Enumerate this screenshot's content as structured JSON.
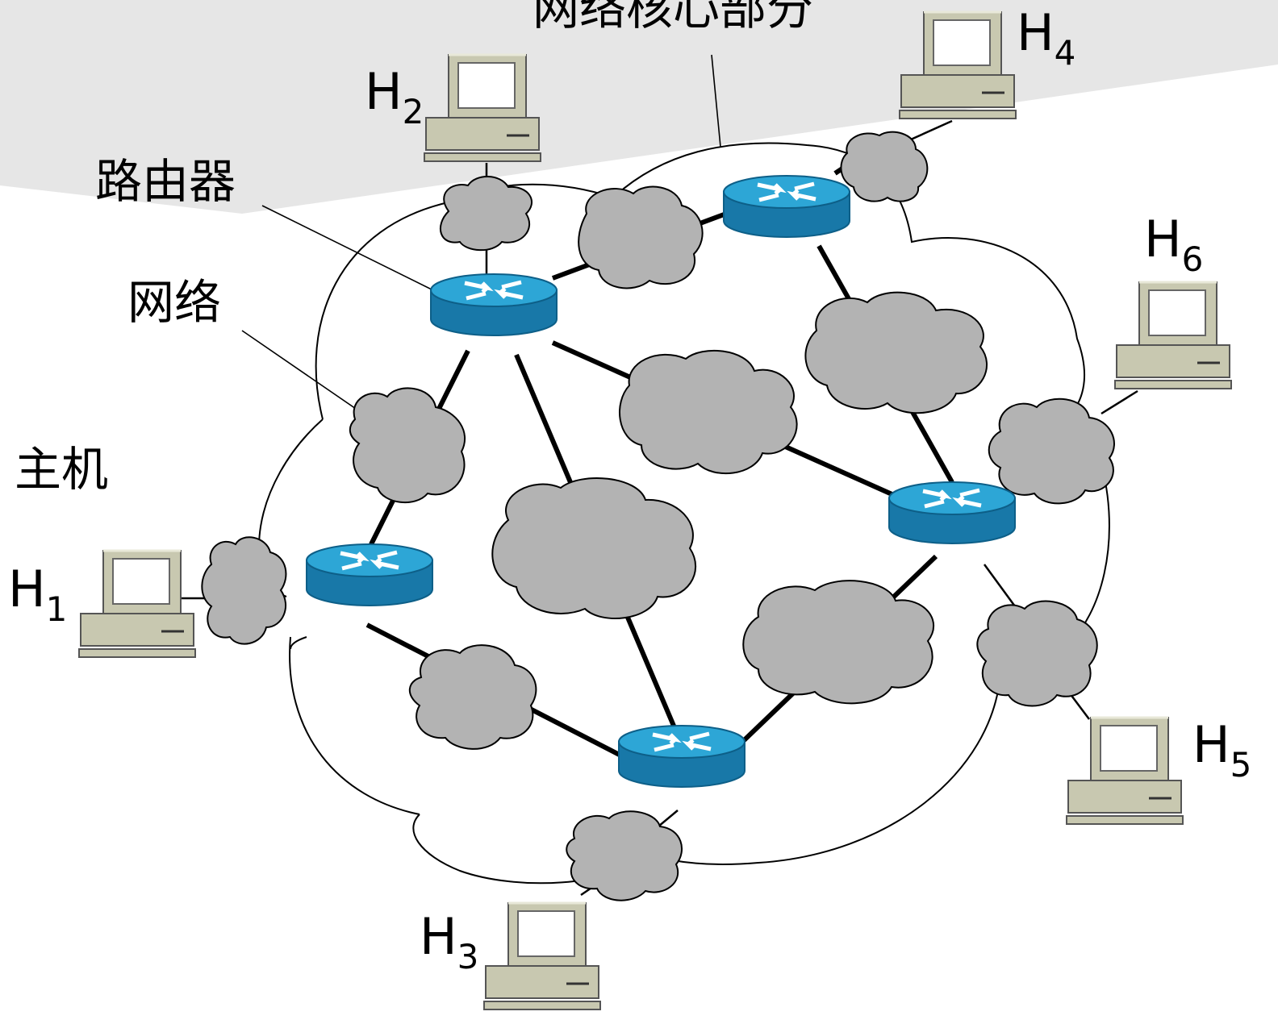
{
  "labels": {
    "core": "网络核心部分",
    "router": "路由器",
    "network": "网络",
    "host": "主机"
  },
  "hosts": [
    {
      "letter": "H",
      "sub": "1"
    },
    {
      "letter": "H",
      "sub": "2"
    },
    {
      "letter": "H",
      "sub": "3"
    },
    {
      "letter": "H",
      "sub": "4"
    },
    {
      "letter": "H",
      "sub": "5"
    },
    {
      "letter": "H",
      "sub": "6"
    }
  ],
  "colors": {
    "background_band": "#e6e6e6",
    "network_cloud": "#b3b3b3",
    "router_top": "#2da6d6",
    "router_side": "#1878a8",
    "computer_body": "#c8c8b0",
    "link": "#000000"
  }
}
